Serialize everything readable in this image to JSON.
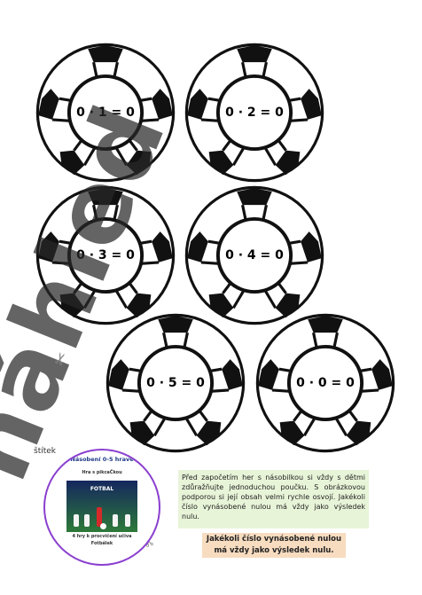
{
  "balls": [
    {
      "equation": "0 · 1 = 0"
    },
    {
      "equation": "0 · 2 = 0"
    },
    {
      "equation": "0 · 3 = 0"
    },
    {
      "equation": "0 · 4 = 0"
    },
    {
      "equation": "0 · 5 = 0"
    },
    {
      "equation": "0 · 0 = 0"
    }
  ],
  "watermark": "náhled",
  "label": {
    "title": "štítek",
    "sticker_title": "Násobení 0-5 hravě",
    "sticker_subtitle": "Hra s pikcaČkou",
    "sticker_image_label": "FOTBAL",
    "sticker_footer_1": "4 hry k procvičení učiva",
    "sticker_footer_2": "Fotbálek"
  },
  "note": {
    "paragraph": "Před započetím her s násobilkou si vždy s dětmi zdůražňujte jednoduchou poučku. S obrázkovou podporou si její obsah velmi rychle osvojí. Jakékoli číslo vynásobené nulou má vždy jako výsledek nulu.",
    "highlight": "Jakékoli číslo vynásobené nulou má vždy jako výsledek nulu."
  },
  "colors": {
    "ball_outline": "#111111",
    "note_background": "#e8f4d8",
    "highlight_background": "#f7dcc0",
    "sticker_border": "#8a3fcf"
  },
  "icons": [
    "scissors-icon"
  ]
}
